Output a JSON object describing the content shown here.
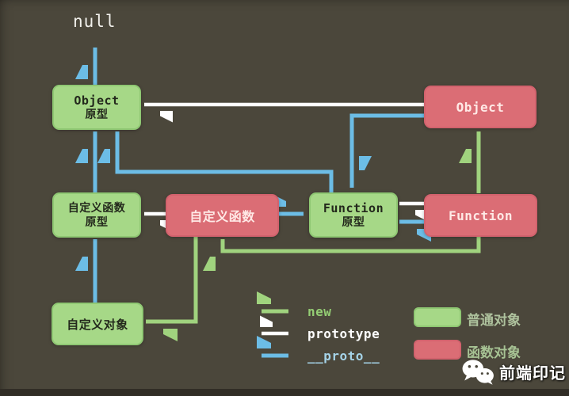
{
  "background": "#4b473b",
  "colors": {
    "plain_object_fill": "#a6d887",
    "function_object_fill": "#db6d75",
    "arrow_new": "#a0d37e",
    "arrow_prototype": "#ffffff",
    "arrow_proto": "#6cbde6"
  },
  "top_label": {
    "text": "null"
  },
  "nodes": {
    "object_prototype": {
      "line1": "Object",
      "line2": "原型"
    },
    "object": {
      "label": "Object"
    },
    "custom_function_prototype": {
      "line1": "自定义函数",
      "line2": "原型"
    },
    "custom_function": {
      "label": "自定义函数"
    },
    "function_prototype": {
      "line1": "Function",
      "line2": "原型"
    },
    "function": {
      "label": "Function"
    },
    "custom_object": {
      "label": "自定义对象"
    }
  },
  "legend": {
    "arrow_items": [
      {
        "label": "new",
        "color": "#a0d37e"
      },
      {
        "label": "prototype",
        "color": "#ffffff"
      },
      {
        "label": "__proto__",
        "color": "#6cbde6"
      }
    ],
    "swatch_items": [
      {
        "label": "普通对象",
        "color": "#a6d887"
      },
      {
        "label": "函数对象",
        "color": "#db6d75"
      }
    ]
  },
  "watermark": {
    "text": "前端印记"
  }
}
